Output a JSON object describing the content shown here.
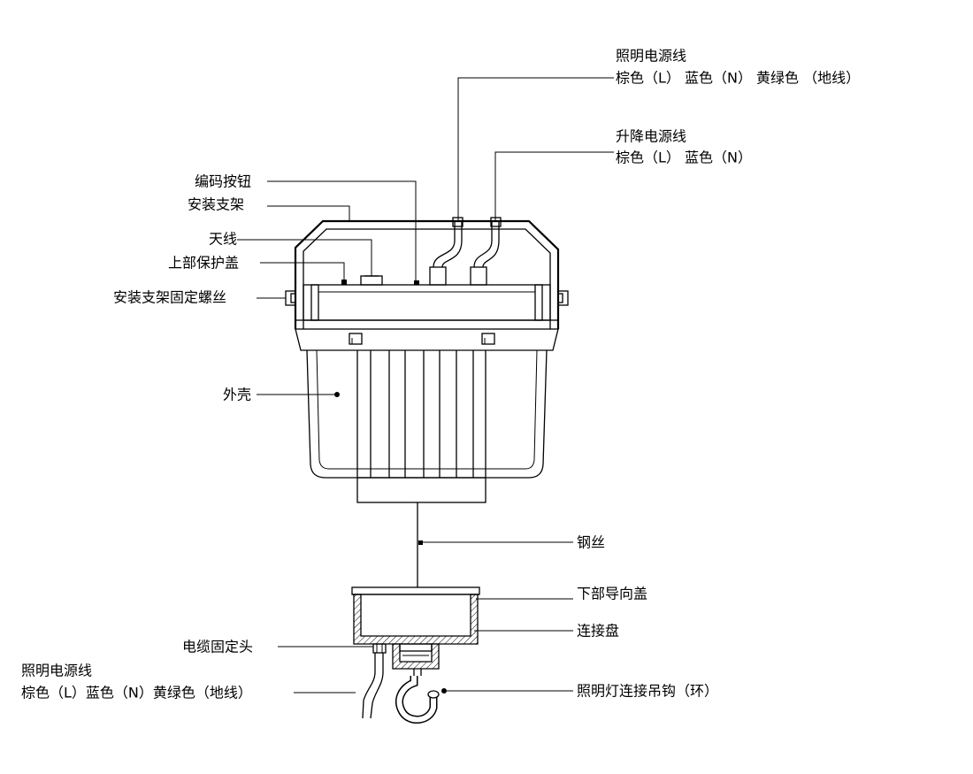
{
  "labels": {
    "lighting_cable_top": {
      "title": "照明电源线",
      "wires": "棕色（L） 蓝色（N） 黄绿色 （地线）"
    },
    "lift_cable": {
      "title": "升降电源线",
      "wires": "棕色（L） 蓝色（N）"
    },
    "code_button": "编码按钮",
    "mounting_bracket": "安装支架",
    "antenna": "天线",
    "upper_cover": "上部保护盖",
    "bracket_screw": "安装支架固定螺丝",
    "housing": "外壳",
    "steel_wire": "钢丝",
    "lower_guide_cover": "下部导向盖",
    "connection_plate": "连接盘",
    "cable_fixing_head": "电缆固定头",
    "lighting_cable_bottom": {
      "title": "照明电源线",
      "wires": "棕色（L）蓝色（N）黄绿色（地线）"
    },
    "hook": "照明灯连接吊钩（环）"
  }
}
